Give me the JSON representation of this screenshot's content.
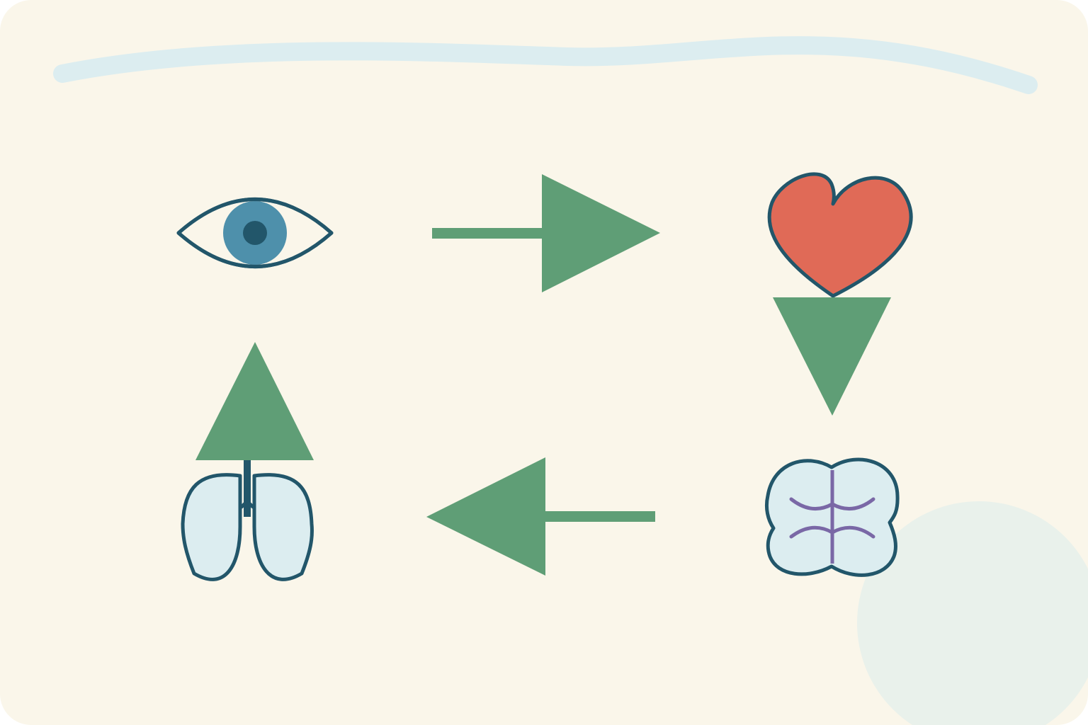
{
  "colors": {
    "background": "#FAF6EA",
    "outline": "#22566A",
    "arrow": "#5F9E76",
    "iris": "#4E90AB",
    "heart": "#E06A57",
    "lung_fill": "#DCEDF0",
    "brain_fill": "#DCEDF0",
    "brain_lines": "#7A68A6",
    "top_swoosh": "#DCEDF0",
    "corner_circle": "#E9F1EB"
  },
  "diagram": {
    "nodes": [
      {
        "id": "eye",
        "icon": "eye-icon"
      },
      {
        "id": "heart",
        "icon": "heart-icon"
      },
      {
        "id": "brain",
        "icon": "brain-icon"
      },
      {
        "id": "lungs",
        "icon": "lungs-icon"
      }
    ],
    "edges": [
      {
        "from": "eye",
        "to": "heart",
        "direction": "right"
      },
      {
        "from": "heart",
        "to": "brain",
        "direction": "down"
      },
      {
        "from": "brain",
        "to": "lungs",
        "direction": "left"
      },
      {
        "from": "lungs",
        "to": "eye",
        "direction": "up"
      }
    ]
  }
}
